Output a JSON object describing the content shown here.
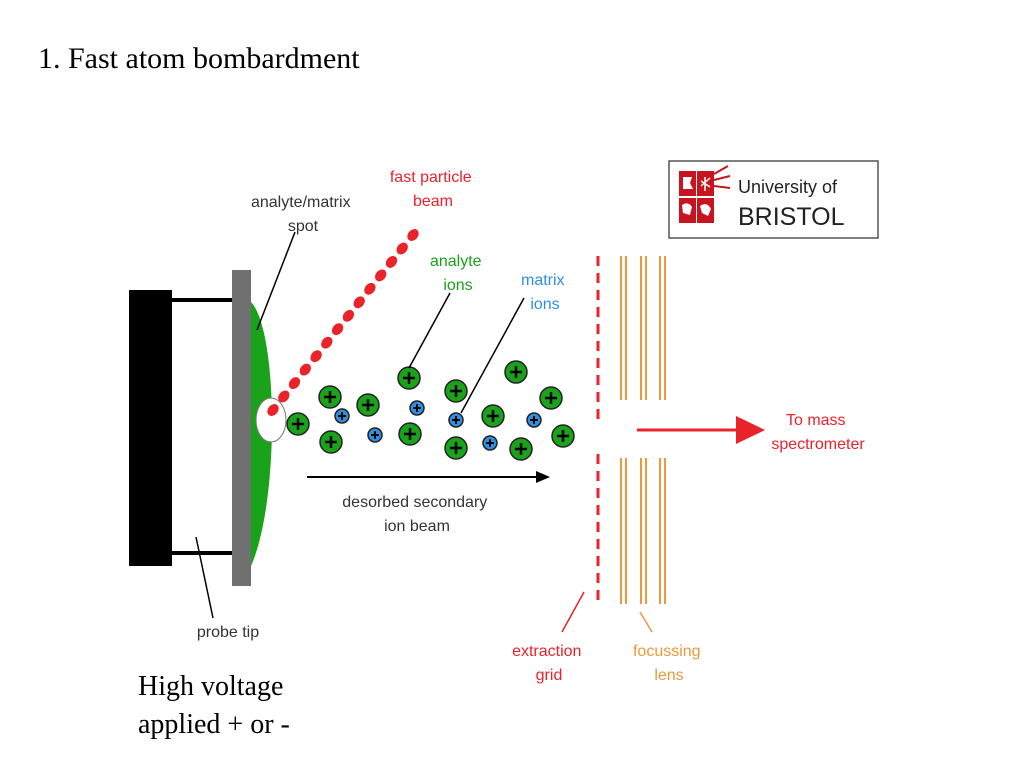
{
  "title": "1. Fast atom bombardment",
  "diagram": {
    "labels": {
      "analyte_matrix_spot": [
        "analyte/matrix",
        "spot"
      ],
      "fast_particle_beam": [
        "fast particle",
        "beam"
      ],
      "analyte_ions": [
        "analyte",
        "ions"
      ],
      "matrix_ions": [
        "matrix",
        "ions"
      ],
      "to_mass_spectrometer": [
        "To mass",
        "spectrometer"
      ],
      "desorbed_beam": [
        "desorbed secondary",
        "ion beam"
      ],
      "probe_tip": "probe tip",
      "extraction_grid": [
        "extraction",
        "grid"
      ],
      "focussing_lens": [
        "focussing",
        "lens"
      ]
    },
    "logo": {
      "line1": "University of",
      "line2": "BRISTOL"
    },
    "colors": {
      "beam_red": "#e8232a",
      "analyte_green": "#1aa31a",
      "matrix_blue": "#2f8fe0",
      "lens_orange": "#e89a3c",
      "probe_grey": "#707070",
      "holder_black": "#000000",
      "logo_red": "#c8141e"
    }
  },
  "note": {
    "line1": "High voltage",
    "line2": "applied + or -"
  }
}
